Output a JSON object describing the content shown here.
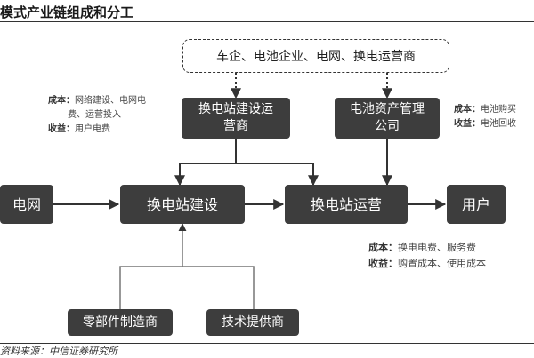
{
  "title": "模式产业链组成和分工",
  "top_box": "车企、电池企业、电网、换电运营商",
  "nodes": {
    "builder_op": [
      "换电站建设运",
      "营商"
    ],
    "battery_mgmt": [
      "电池资产管理",
      "公司"
    ],
    "grid": "电网",
    "construction": "换电站建设",
    "operation": "换电站运营",
    "user": "用户",
    "parts": "零部件制造商",
    "tech": "技术提供商"
  },
  "notes": {
    "left": {
      "cost_label": "成本：",
      "cost_lines": [
        "网络建设、电网电",
        "费、运营投入"
      ],
      "revenue_label": "收益：",
      "revenue_value": "用户电费"
    },
    "right": {
      "cost_label": "成本：",
      "cost_value": "电池购买",
      "revenue_label": "收益：",
      "revenue_value": "电池回收"
    },
    "bottom": {
      "cost_label": "成本：",
      "cost_value": "换电电费、服务费",
      "revenue_label": "收益：",
      "revenue_value": "购置成本、使用成本"
    }
  },
  "source": "资料来源：中信证券研究所"
}
